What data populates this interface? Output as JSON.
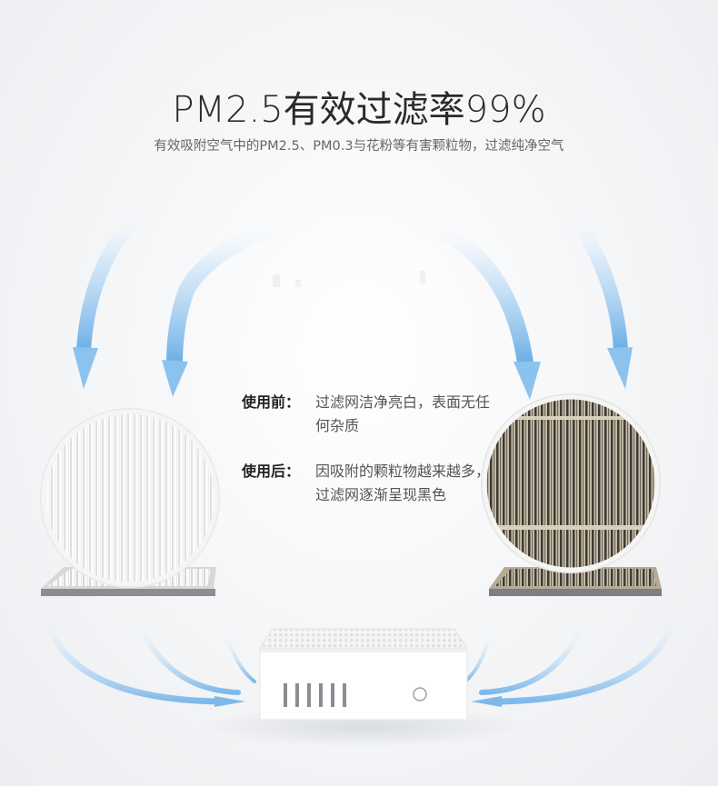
{
  "header": {
    "title": "PM2.5有效过滤率99%",
    "subtitle": "有效吸附空气中的PM2.5、PM0.3与花粉等有害颗粒物，过滤纯净空气"
  },
  "comparison": {
    "before": {
      "label": "使用前：",
      "text": "过滤网洁净亮白，表面无任何杂质"
    },
    "after": {
      "label": "使用后：",
      "text": "因吸附的颗粒物越来越多，过滤网逐渐呈现黑色"
    }
  },
  "colors": {
    "arrow_blue": "#7fb8e8",
    "clean_filter": "#f3f3f3",
    "dirty_filter": "#8f877a"
  },
  "icons": [
    "airflow-arrow-icon",
    "power-button-icon"
  ]
}
